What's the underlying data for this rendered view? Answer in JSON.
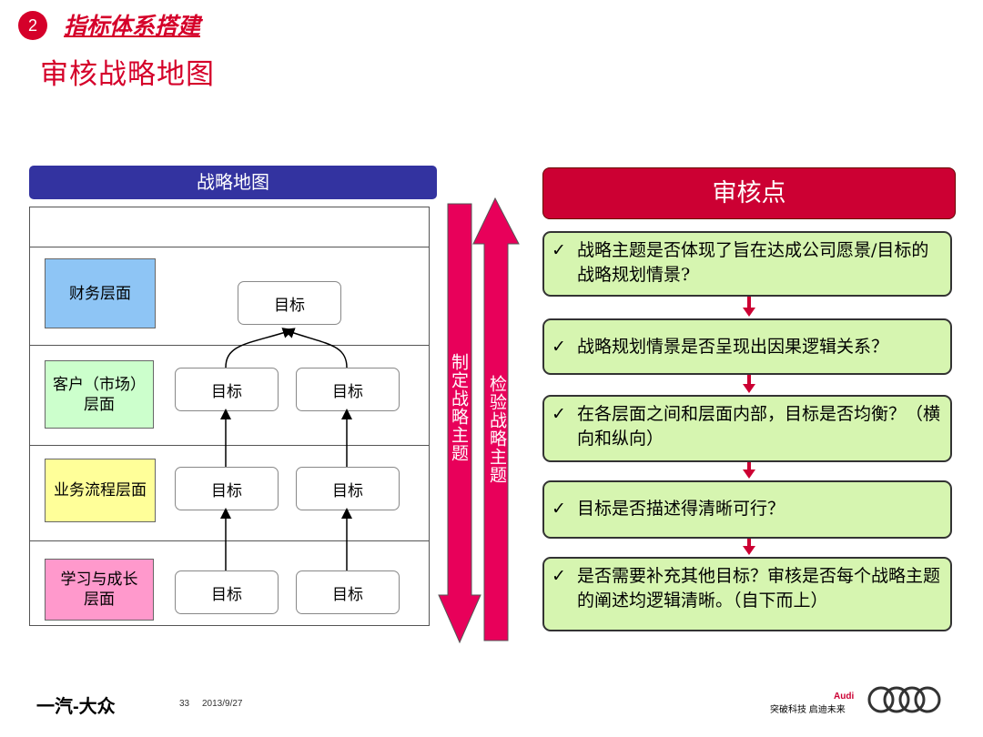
{
  "header": {
    "section_number": "2",
    "section_title": "指标体系搭建",
    "page_title": "审核战略地图"
  },
  "strategy_map": {
    "header": "战略地图",
    "layers": [
      "财务层面",
      "客户（市场）层面",
      "业务流程层面",
      "学习与成长层面"
    ],
    "goal_label": "目标"
  },
  "arrows": {
    "down_label": "制定战略主题",
    "up_label": "检验战略主题"
  },
  "review": {
    "header": "审核点",
    "items": [
      "战略主题是否体现了旨在达成公司愿景/目标的战略规划情景?",
      "战略规划情景是否呈现出因果逻辑关系？",
      "在各层面之间和层面内部，目标是否均衡？（横向和纵向）",
      "目标是否描述得清晰可行？",
      "是否需要补充其他目标？审核是否每个战略主题的阐述均逻辑清晰。（自下而上）"
    ]
  },
  "footer": {
    "company": "一汽-大众",
    "page": "33",
    "date": "2013/9/27",
    "brand": "Audi",
    "slogan": "突破科技 启迪未来"
  },
  "colors": {
    "accent": "#d5002a",
    "map_header": "#3333a0",
    "finance": "#8ec5f5",
    "customer": "#ccffcc",
    "process": "#ffff99",
    "learning": "#ff99cc",
    "review_item": "#d6f5b0",
    "arrow": "#e8005a"
  }
}
